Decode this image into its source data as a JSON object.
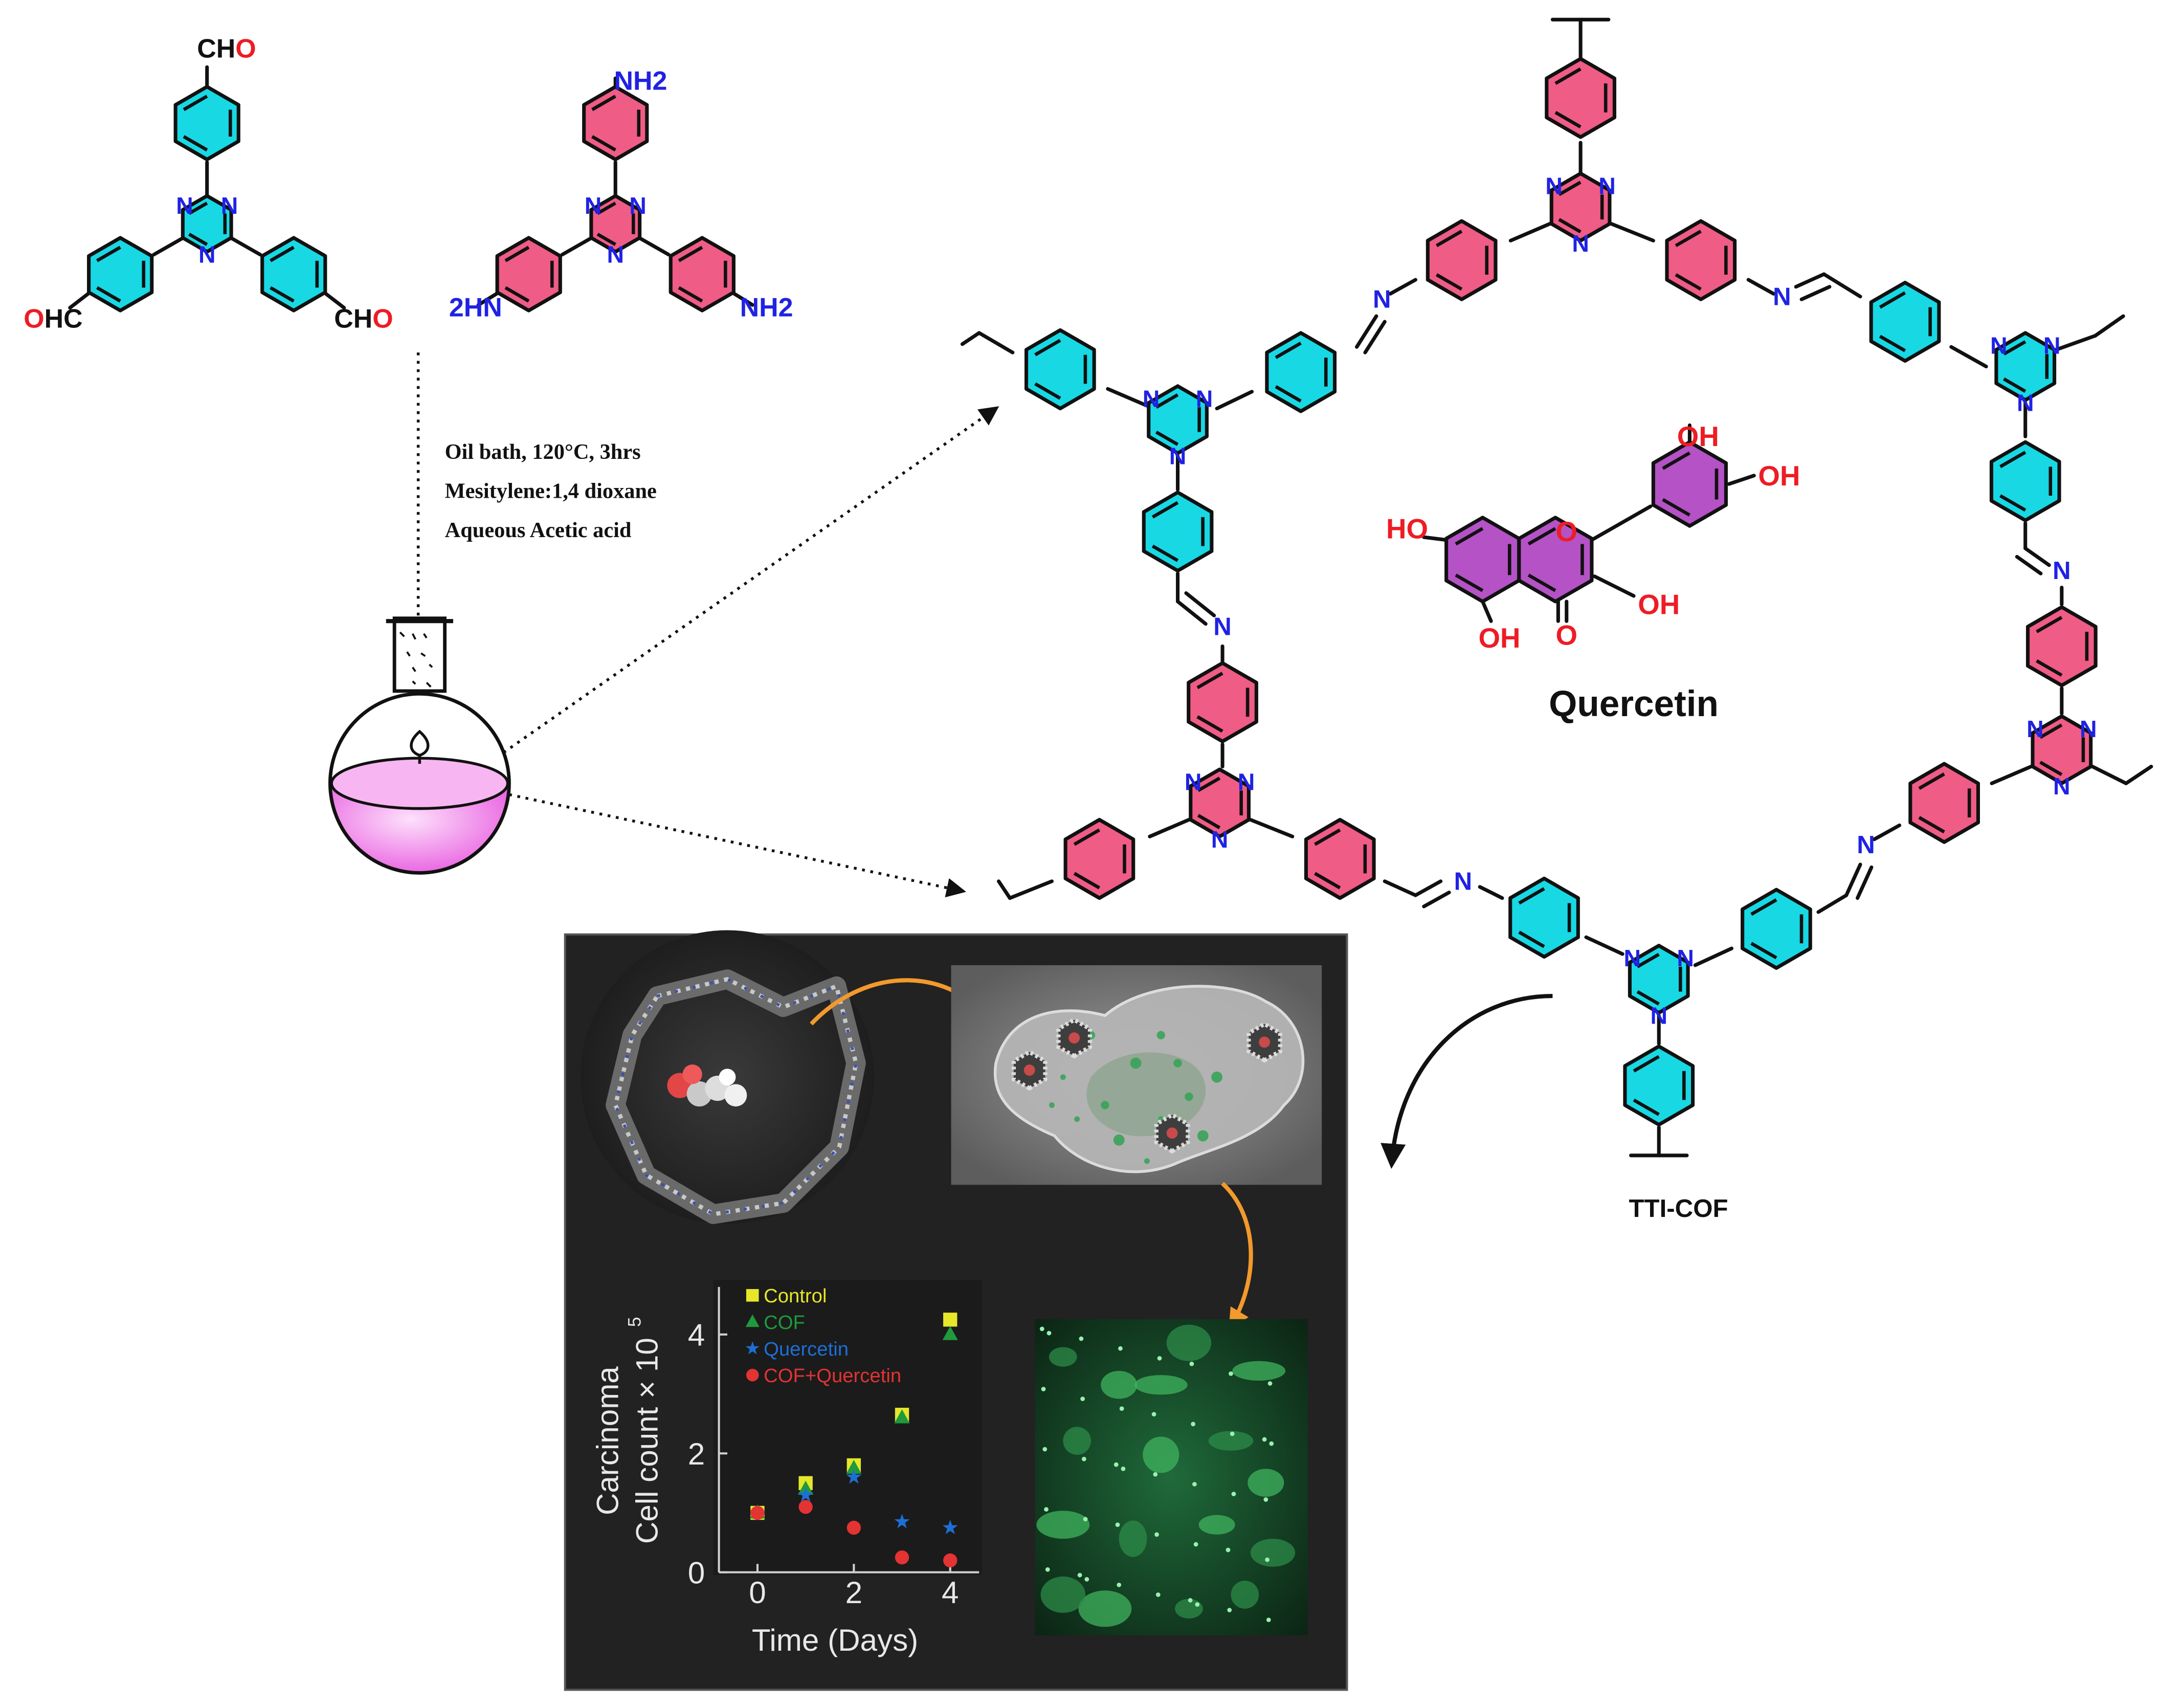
{
  "colors": {
    "aldehyde_ring": "#18d8e4",
    "amine_ring": "#ef5c86",
    "quercetin_ring": "#b452c6",
    "nitrogen": "#1f22e3",
    "oxygen": "#ee1c24",
    "flask_liquid": "#ee70e6",
    "orange_arrow": "#f29a2c",
    "panel_bg": "#222222",
    "control": "#e6e62a",
    "cof": "#1f9a3c",
    "quercetin": "#1d6fd6",
    "cof_quercetin": "#e33333"
  },
  "reactants": {
    "aldehyde_top": "CHO",
    "aldehyde_left": "OHC",
    "aldehyde_right": "CHO",
    "amine_top": "NH2",
    "amine_left": "2HN",
    "amine_right": "NH2",
    "triazine_n": "N"
  },
  "conditions": [
    "Oil bath, 120°C, 3hrs",
    "Mesitylene:1,4 dioxane",
    "Aqueous Acetic acid"
  ],
  "product": {
    "name": "TTI-COF",
    "imine_n": "N",
    "guest": {
      "name": "Quercetin",
      "oh": "OH",
      "ho": "HO",
      "o": "O"
    }
  },
  "inset": {
    "icons": [
      "cof-pore-model",
      "carcinoma-cell-image",
      "green-fluorescence-image"
    ]
  },
  "chart_data": {
    "type": "scatter",
    "xlabel": "Time (Days)",
    "ylabel_lines": [
      "Carcinoma",
      "Cell count × 10"
    ],
    "ylabel_exponent": "5",
    "xlim": [
      -0.8,
      4.6
    ],
    "ylim": [
      0,
      4.8
    ],
    "xticks": [
      0,
      2,
      4
    ],
    "yticks": [
      0,
      2,
      4
    ],
    "xtick_labels": [
      "0",
      "2",
      "4"
    ],
    "ytick_labels": [
      "0",
      "2",
      "4"
    ],
    "legend_position": "top-left",
    "series": [
      {
        "name": "Control",
        "marker": "square",
        "color": "#e6e62a",
        "points": [
          [
            0,
            1.0
          ],
          [
            1,
            1.5
          ],
          [
            2,
            1.8
          ],
          [
            3,
            2.65
          ],
          [
            4,
            4.25
          ]
        ]
      },
      {
        "name": "COF",
        "marker": "triangle",
        "color": "#1f9a3c",
        "points": [
          [
            0,
            1.0
          ],
          [
            1,
            1.4
          ],
          [
            2,
            1.75
          ],
          [
            3,
            2.6
          ],
          [
            4,
            4.0
          ]
        ]
      },
      {
        "name": "Quercetin",
        "marker": "star",
        "color": "#1d6fd6",
        "points": [
          [
            0,
            1.0
          ],
          [
            1,
            1.3
          ],
          [
            2,
            1.6
          ],
          [
            3,
            0.85
          ],
          [
            4,
            0.75
          ]
        ]
      },
      {
        "name": "COF+Quercetin",
        "marker": "circle",
        "color": "#e33333",
        "points": [
          [
            0,
            1.0
          ],
          [
            1,
            1.1
          ],
          [
            2,
            0.75
          ],
          [
            3,
            0.25
          ],
          [
            4,
            0.2
          ]
        ]
      }
    ]
  }
}
